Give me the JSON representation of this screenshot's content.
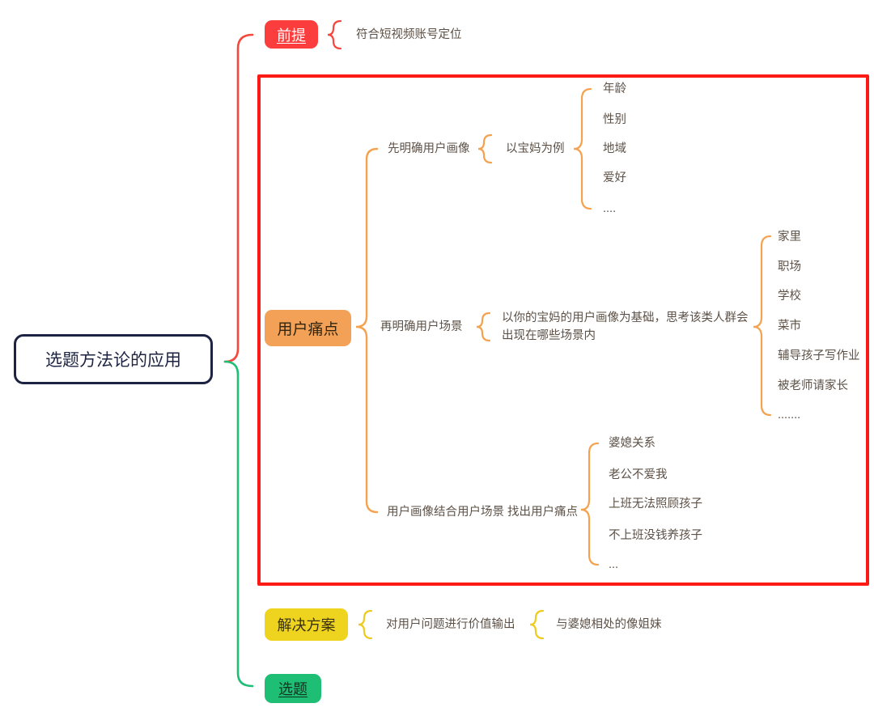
{
  "root": {
    "label": "选题方法论的应用"
  },
  "colors": {
    "branch_red": "#fb3e3d",
    "branch_orange": "#f2a156",
    "branch_yellow": "#eed31f",
    "branch_green": "#1fbe75",
    "boundary_red": "#fb1b15",
    "root_navy": "#1d2342",
    "topic_text": "#5d5147"
  },
  "branches": [
    {
      "label": "前提",
      "children": [
        {
          "label": "符合短视频账号定位"
        }
      ]
    },
    {
      "label": "用户痛点",
      "children": [
        {
          "label": "先明确用户画像",
          "children": [
            {
              "label": "以宝妈为例",
              "children": [
                "年龄",
                "性别",
                "地域",
                "爱好",
                "...."
              ]
            }
          ]
        },
        {
          "label": "再明确用户场景",
          "children": [
            {
              "label": "以你的宝妈的用户画像为基础，思考该类人群会出现在哪些场景内",
              "children": [
                "家里",
                "职场",
                "学校",
                "菜市",
                "辅导孩子写作业",
                "被老师请家长",
                "......."
              ]
            }
          ]
        },
        {
          "label": "用户画像结合用户场景 找出用户痛点",
          "children": [
            "婆媳关系",
            "老公不爱我",
            "上班无法照顾孩子",
            "不上班没钱养孩子",
            "..."
          ]
        }
      ]
    },
    {
      "label": "解决方案",
      "children": [
        {
          "label": "对用户问题进行价值输出",
          "children": [
            "与婆媳相处的像姐妹"
          ]
        }
      ]
    },
    {
      "label": "选题"
    }
  ]
}
